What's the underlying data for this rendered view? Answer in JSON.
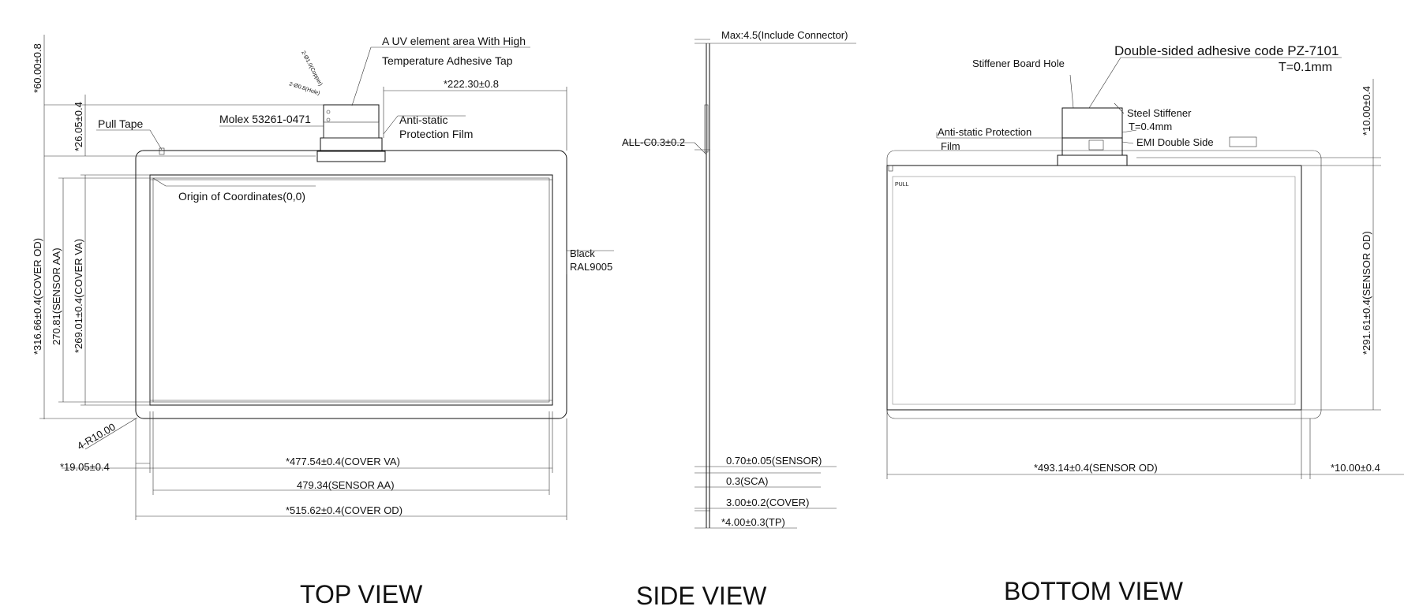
{
  "top_view": {
    "title": "TOP VIEW",
    "uv_area": "A UV element area With High",
    "uv_area_2": "Temperature Adhesive Tap",
    "conn_dim": "*222.30±0.8",
    "pull_tape": "Pull Tape",
    "molex": "Molex 53261-0471",
    "antistatic": "Anti-static",
    "antistatic_2": "Protection Film",
    "origin": "Origin of Coordinates(0,0)",
    "black": "Black",
    "ral": "RAL9005",
    "h_60": "*60.00±0.8",
    "h_26": "*26.05±0.4",
    "cover_od_v": "*316.66±0.4(COVER OD)",
    "sensor_aa_v": "270.81(SENSOR AA)",
    "cover_va_v": "*269.01±0.4(COVER VA)",
    "radius": "4-R10.00",
    "dim_19": "*19.05±0.4",
    "cover_va_h": "*477.54±0.4(COVER VA)",
    "sensor_aa_h": "479.34(SENSOR AA)",
    "cover_od_h": "*515.62±0.4(COVER OD)",
    "copper_note": "2-Ø1.0(Copper)",
    "hole_note": "2-Ø0.8(Hole)"
  },
  "side_view": {
    "title": "SIDE VIEW",
    "max": "Max:4.5(Include Connector)",
    "chamfer": "ALL-C0.3±0.2",
    "sensor": "0.70±0.05(SENSOR)",
    "sca": "0.3(SCA)",
    "cover": "3.00±0.2(COVER)",
    "tp": "*4.00±0.3(TP)"
  },
  "bottom_view": {
    "title": "BOTTOM VIEW",
    "stiffener_hole": "Stiffener Board Hole",
    "adhesive": "Double-sided adhesive code PZ-7101",
    "adhesive_t": "T=0.1mm",
    "steel": "Steel Stiffener",
    "steel_t": "T=0.4mm",
    "antistatic": "Anti-static Protection",
    "film": "Film",
    "emi": "EMI Double Side",
    "pull": "PULL",
    "h_10": "*10.00±0.4",
    "sensor_od_v": "*291.61±0.4(SENSOR OD)",
    "sensor_od_h": "*493.14±0.4(SENSOR OD)",
    "w_10": "*10.00±0.4"
  }
}
